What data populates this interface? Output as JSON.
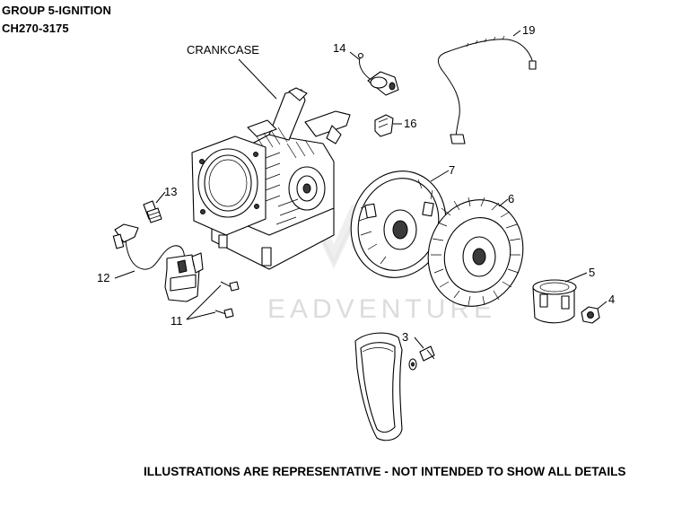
{
  "header": {
    "title": "GROUP 5-IGNITION",
    "model": "CH270-3175"
  },
  "footer": {
    "disclaimer": "ILLUSTRATIONS ARE REPRESENTATIVE - NOT INTENDED TO SHOW ALL DETAILS"
  },
  "watermark": {
    "text": "EADVENTURE"
  },
  "callouts": {
    "crankcase": "CRANKCASE",
    "p3": "3",
    "p4": "4",
    "p5": "5",
    "p6": "6",
    "p7": "7",
    "p11": "11",
    "p12": "12",
    "p13": "13",
    "p14": "14",
    "p16": "16",
    "p19": "19"
  }
}
